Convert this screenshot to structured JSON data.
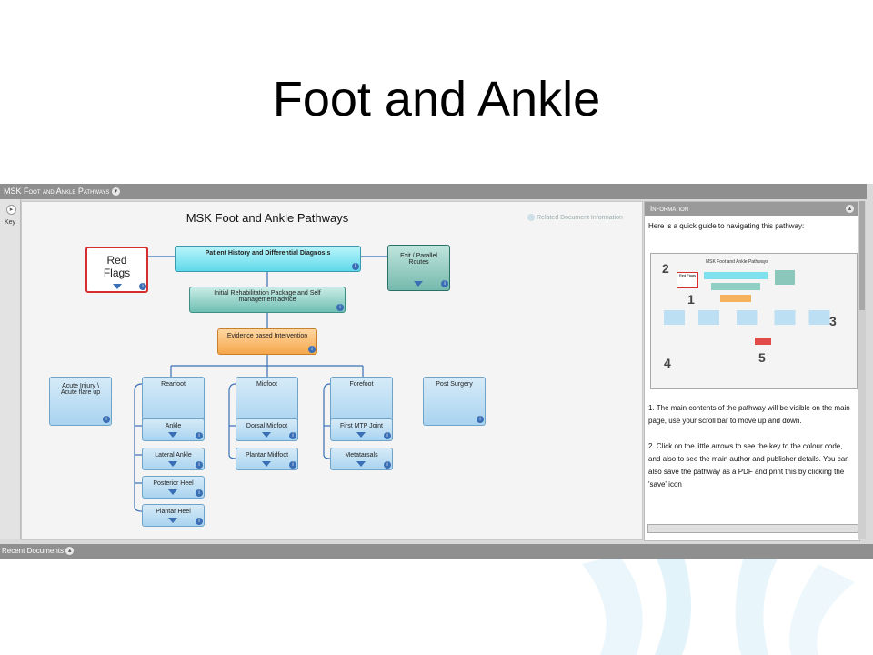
{
  "slide": {
    "title": "Foot and Ankle"
  },
  "app": {
    "window_title": "MSK Foot and Ankle Pathways",
    "key_label": "Key",
    "bottom_bar_label": "Recent Documents",
    "related_link": "Related Document Information"
  },
  "canvas": {
    "title": "MSK Foot and Ankle Pathways",
    "nodes": {
      "red_flags": "Red Flags",
      "history": "Patient History and Differential Diagnosis",
      "exit": "Exit / Parallel Routes",
      "rehab": "Initial Rehabilitation Package and Self management advice",
      "evidence": "Evidence based Intervention",
      "acute": "Acute Injury \\ Acute flare up",
      "rearfoot": "Rearfoot",
      "midfoot": "Midfoot",
      "forefoot": "Forefoot",
      "post_surgery": "Post Surgery",
      "ankle": "Ankle",
      "lateral_ankle": "Lateral Ankle",
      "posterior_heel": "Posterior Heel",
      "plantar_heel": "Plantar Heel",
      "dorsal_midfoot": "Dorsal Midfoot",
      "plantar_midfoot": "Plantar Midfoot",
      "first_mtp": "First MTP Joint",
      "metatarsals": "Metatarsals"
    }
  },
  "information": {
    "header": "Information",
    "intro": "Here is a quick guide to navigating this pathway:",
    "step1": "1. The main contents of the pathway will be visible on the main page, use your scroll bar to move up and down.",
    "step2": "2. Click on the little arrows to see the key to the colour code, and also to see the main author and publisher details. You can also save the pathway as a PDF and print this by clicking the 'save' icon",
    "thumb_title": "MSK Foot and Ankle Pathways",
    "thumb_red_flags": "Red Flags",
    "markers": [
      "2",
      "1",
      "3",
      "4",
      "5"
    ]
  },
  "colors": {
    "accent_blue": "#3a6fb5",
    "red_border": "#d62e2e",
    "orange": "#f5a64a",
    "cyan": "#5fd9ea"
  }
}
